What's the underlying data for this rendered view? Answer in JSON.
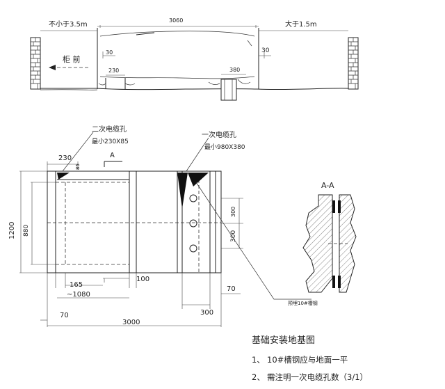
{
  "elevation": {
    "front_clearance": "不小于3.5m",
    "cabinet_width": "3060",
    "rear_clearance": "大于1.5m",
    "cabinet_front_label": "柜 前",
    "offset_left": "30",
    "offset_right": "30",
    "left_hole_width": "230",
    "right_hole_width": "380"
  },
  "plan": {
    "secondary_cable_hole_label": "二次电缆孔",
    "secondary_cable_hole_min": "最小230X85",
    "primary_cable_hole_label": "一次电缆孔",
    "primary_cable_hole_min": "最小980X380",
    "section_marker": "A",
    "dim_230": "230",
    "dim_85": "85",
    "dim_1200": "1200",
    "dim_880": "880",
    "dim_300_upper": "300",
    "dim_300_lower": "300",
    "dim_165": "165",
    "dim_1080": "~1080",
    "dim_100": "100",
    "dim_70_right": "70",
    "dim_300_bottom": "300",
    "dim_70_left": "70",
    "dim_3000": "3000"
  },
  "section": {
    "title": "A-A",
    "channel_label": "预埋10#槽钢"
  },
  "notes": {
    "title": "基础安装地基图",
    "items": [
      {
        "num": "1、",
        "text": "10#槽钢应与地面一平"
      },
      {
        "num": "2、",
        "text": "需注明一次电缆孔数（3/1）"
      }
    ]
  }
}
